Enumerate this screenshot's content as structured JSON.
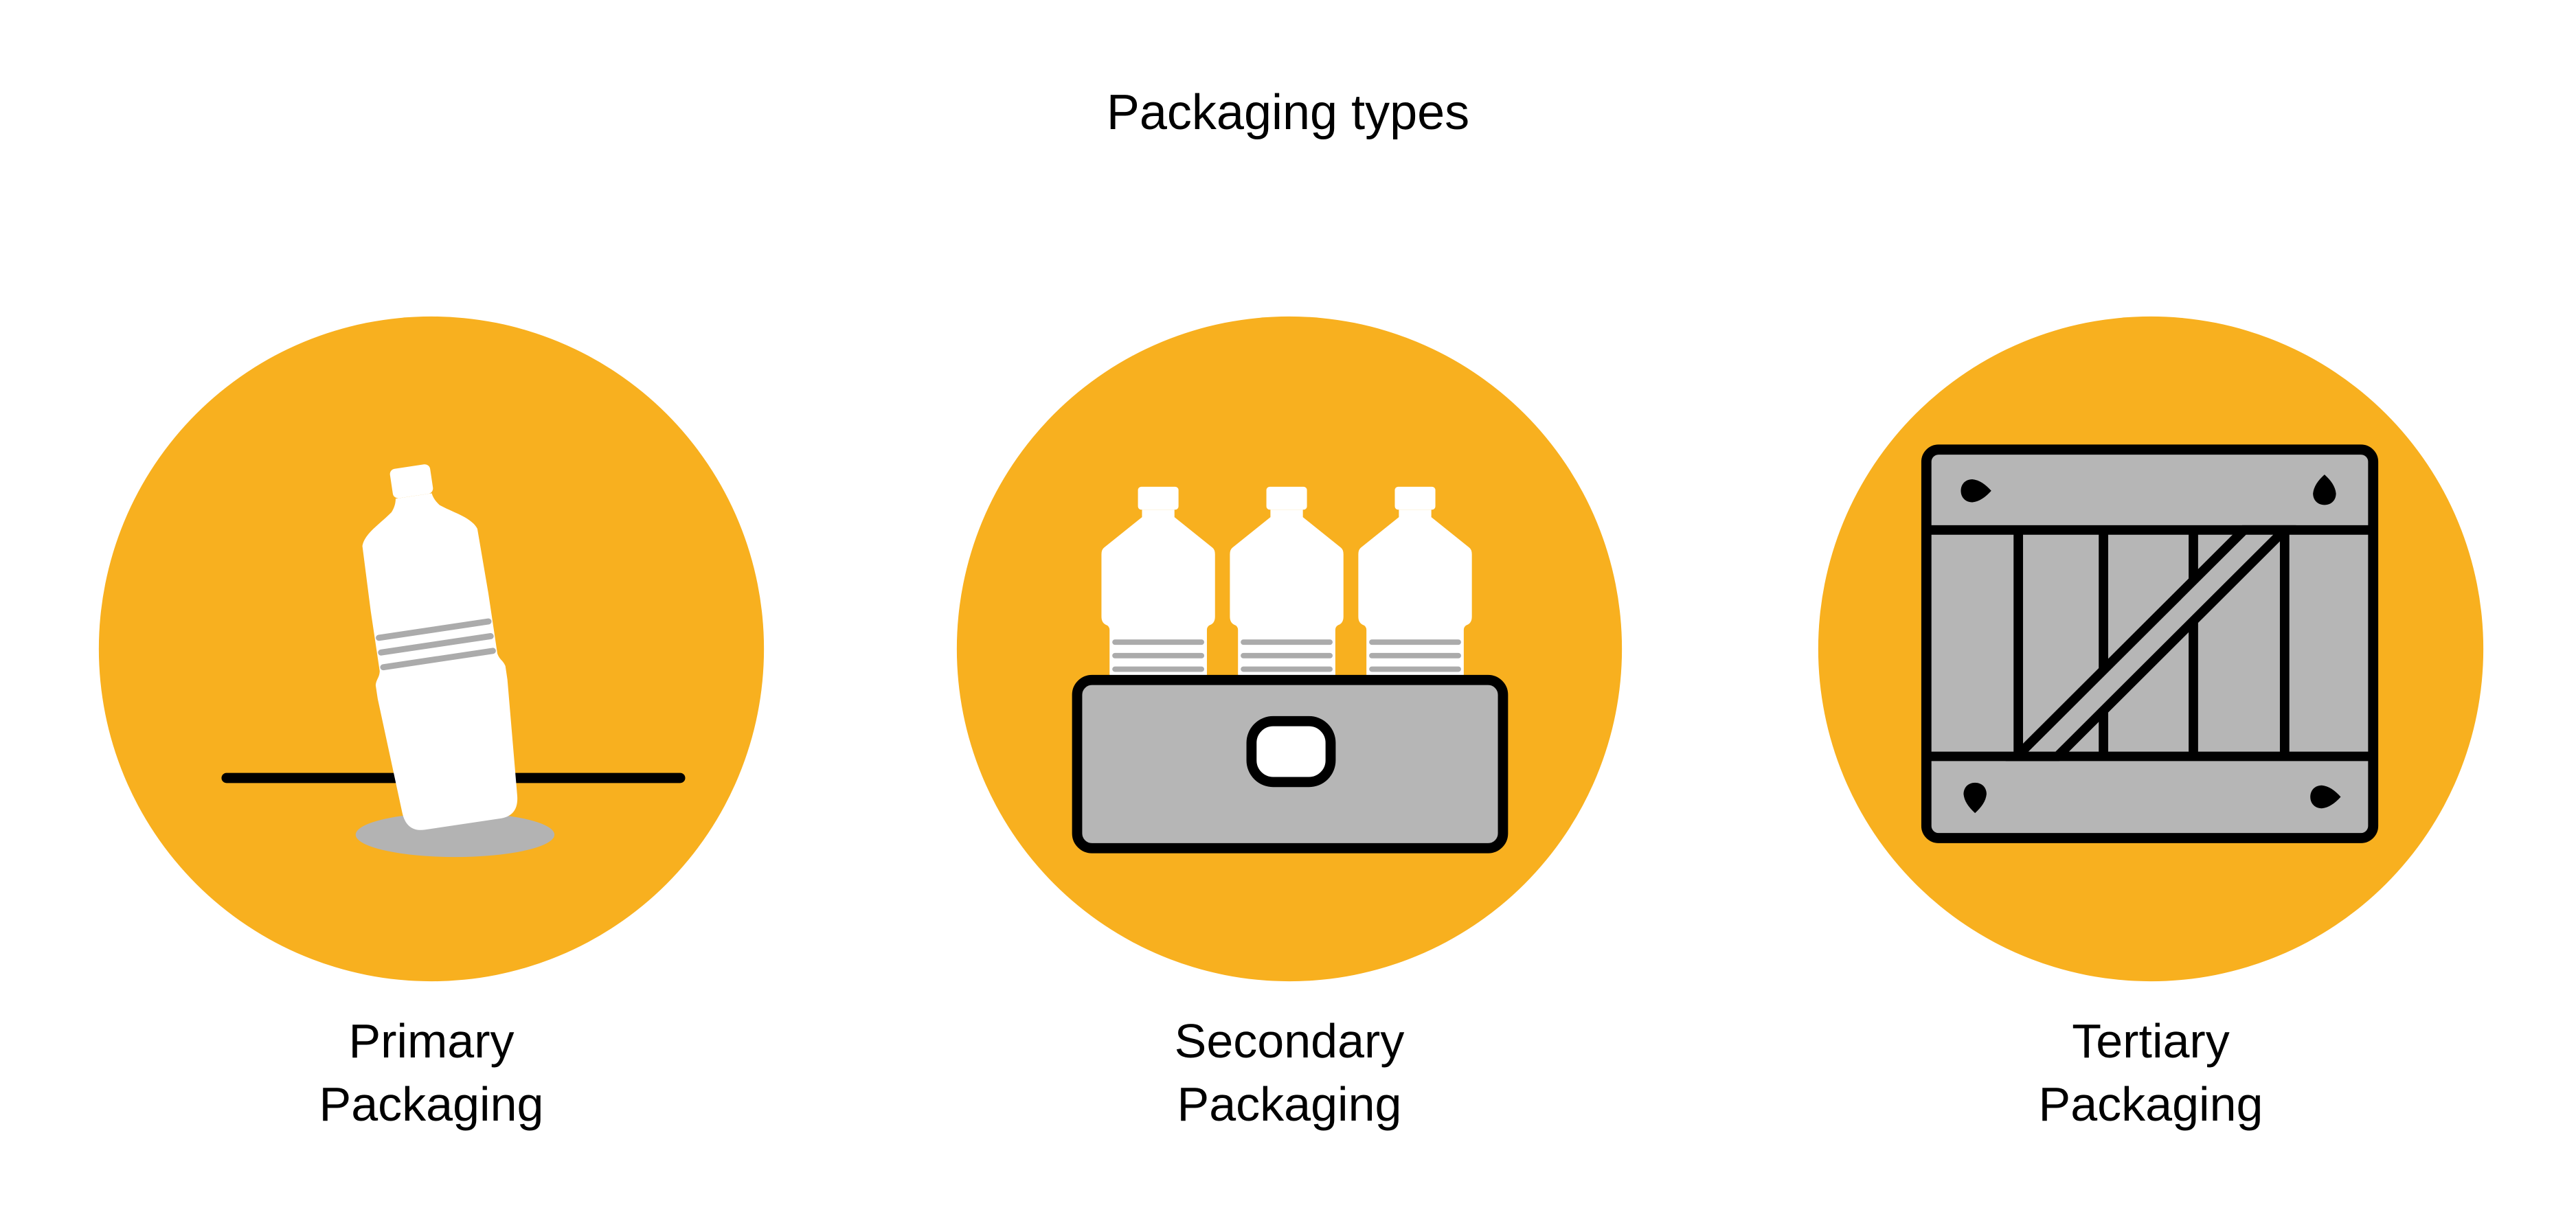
{
  "title": "Packaging types",
  "colors": {
    "background": "#FFFFFF",
    "circle_fill": "#F8B01F",
    "panel_gray": "#B6B6B6",
    "stripe_gray": "#ABABAB",
    "shadow_gray": "#B3B3B3",
    "outline": "#000000",
    "white": "#FFFFFF",
    "text": "#000000"
  },
  "items": [
    {
      "id": "primary",
      "icon": "plastic-bottle-icon",
      "lines": [
        "Primary",
        "Packaging"
      ]
    },
    {
      "id": "secondary",
      "icon": "bottle-tray-icon",
      "lines": [
        "Secondary",
        "Packaging"
      ]
    },
    {
      "id": "tertiary",
      "icon": "wooden-crate-icon",
      "lines": [
        "Tertiary",
        "Packaging"
      ]
    }
  ]
}
